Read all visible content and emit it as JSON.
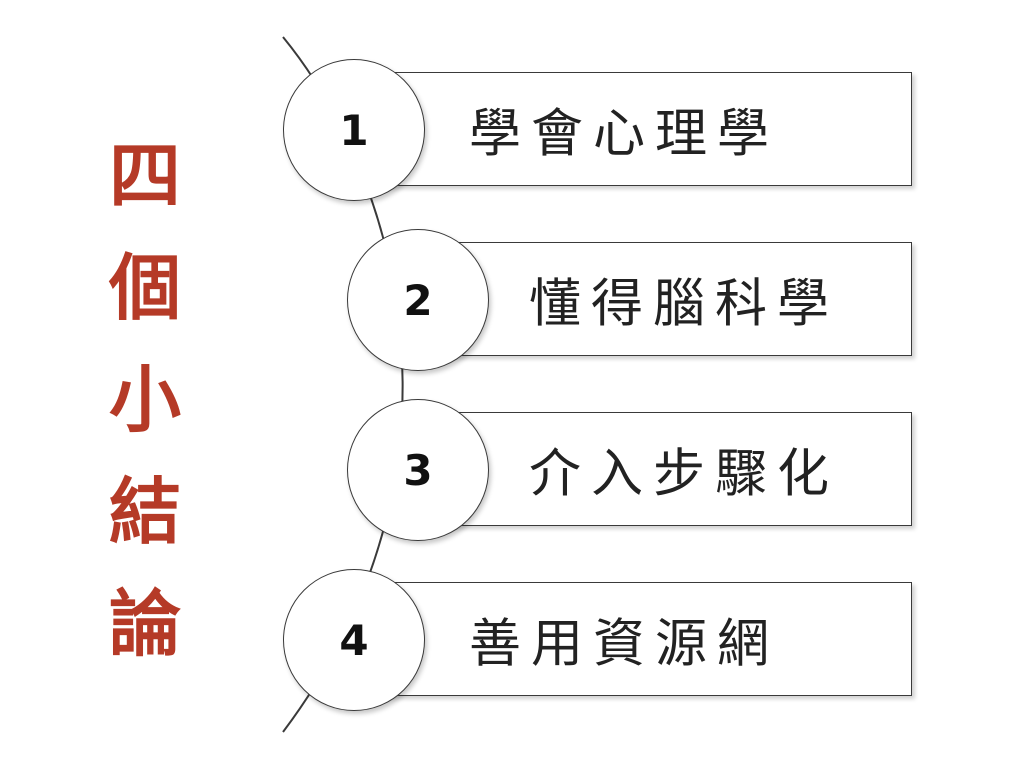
{
  "title_chars": [
    "四",
    "個",
    "小",
    "結",
    "論"
  ],
  "colors": {
    "title": "#b53a27",
    "line": "#3a3a3a"
  },
  "items": [
    {
      "number": "1",
      "label": "學會心理學"
    },
    {
      "number": "2",
      "label": "懂得腦科學"
    },
    {
      "number": "3",
      "label": "介入步驟化"
    },
    {
      "number": "4",
      "label": "善用資源網"
    }
  ]
}
